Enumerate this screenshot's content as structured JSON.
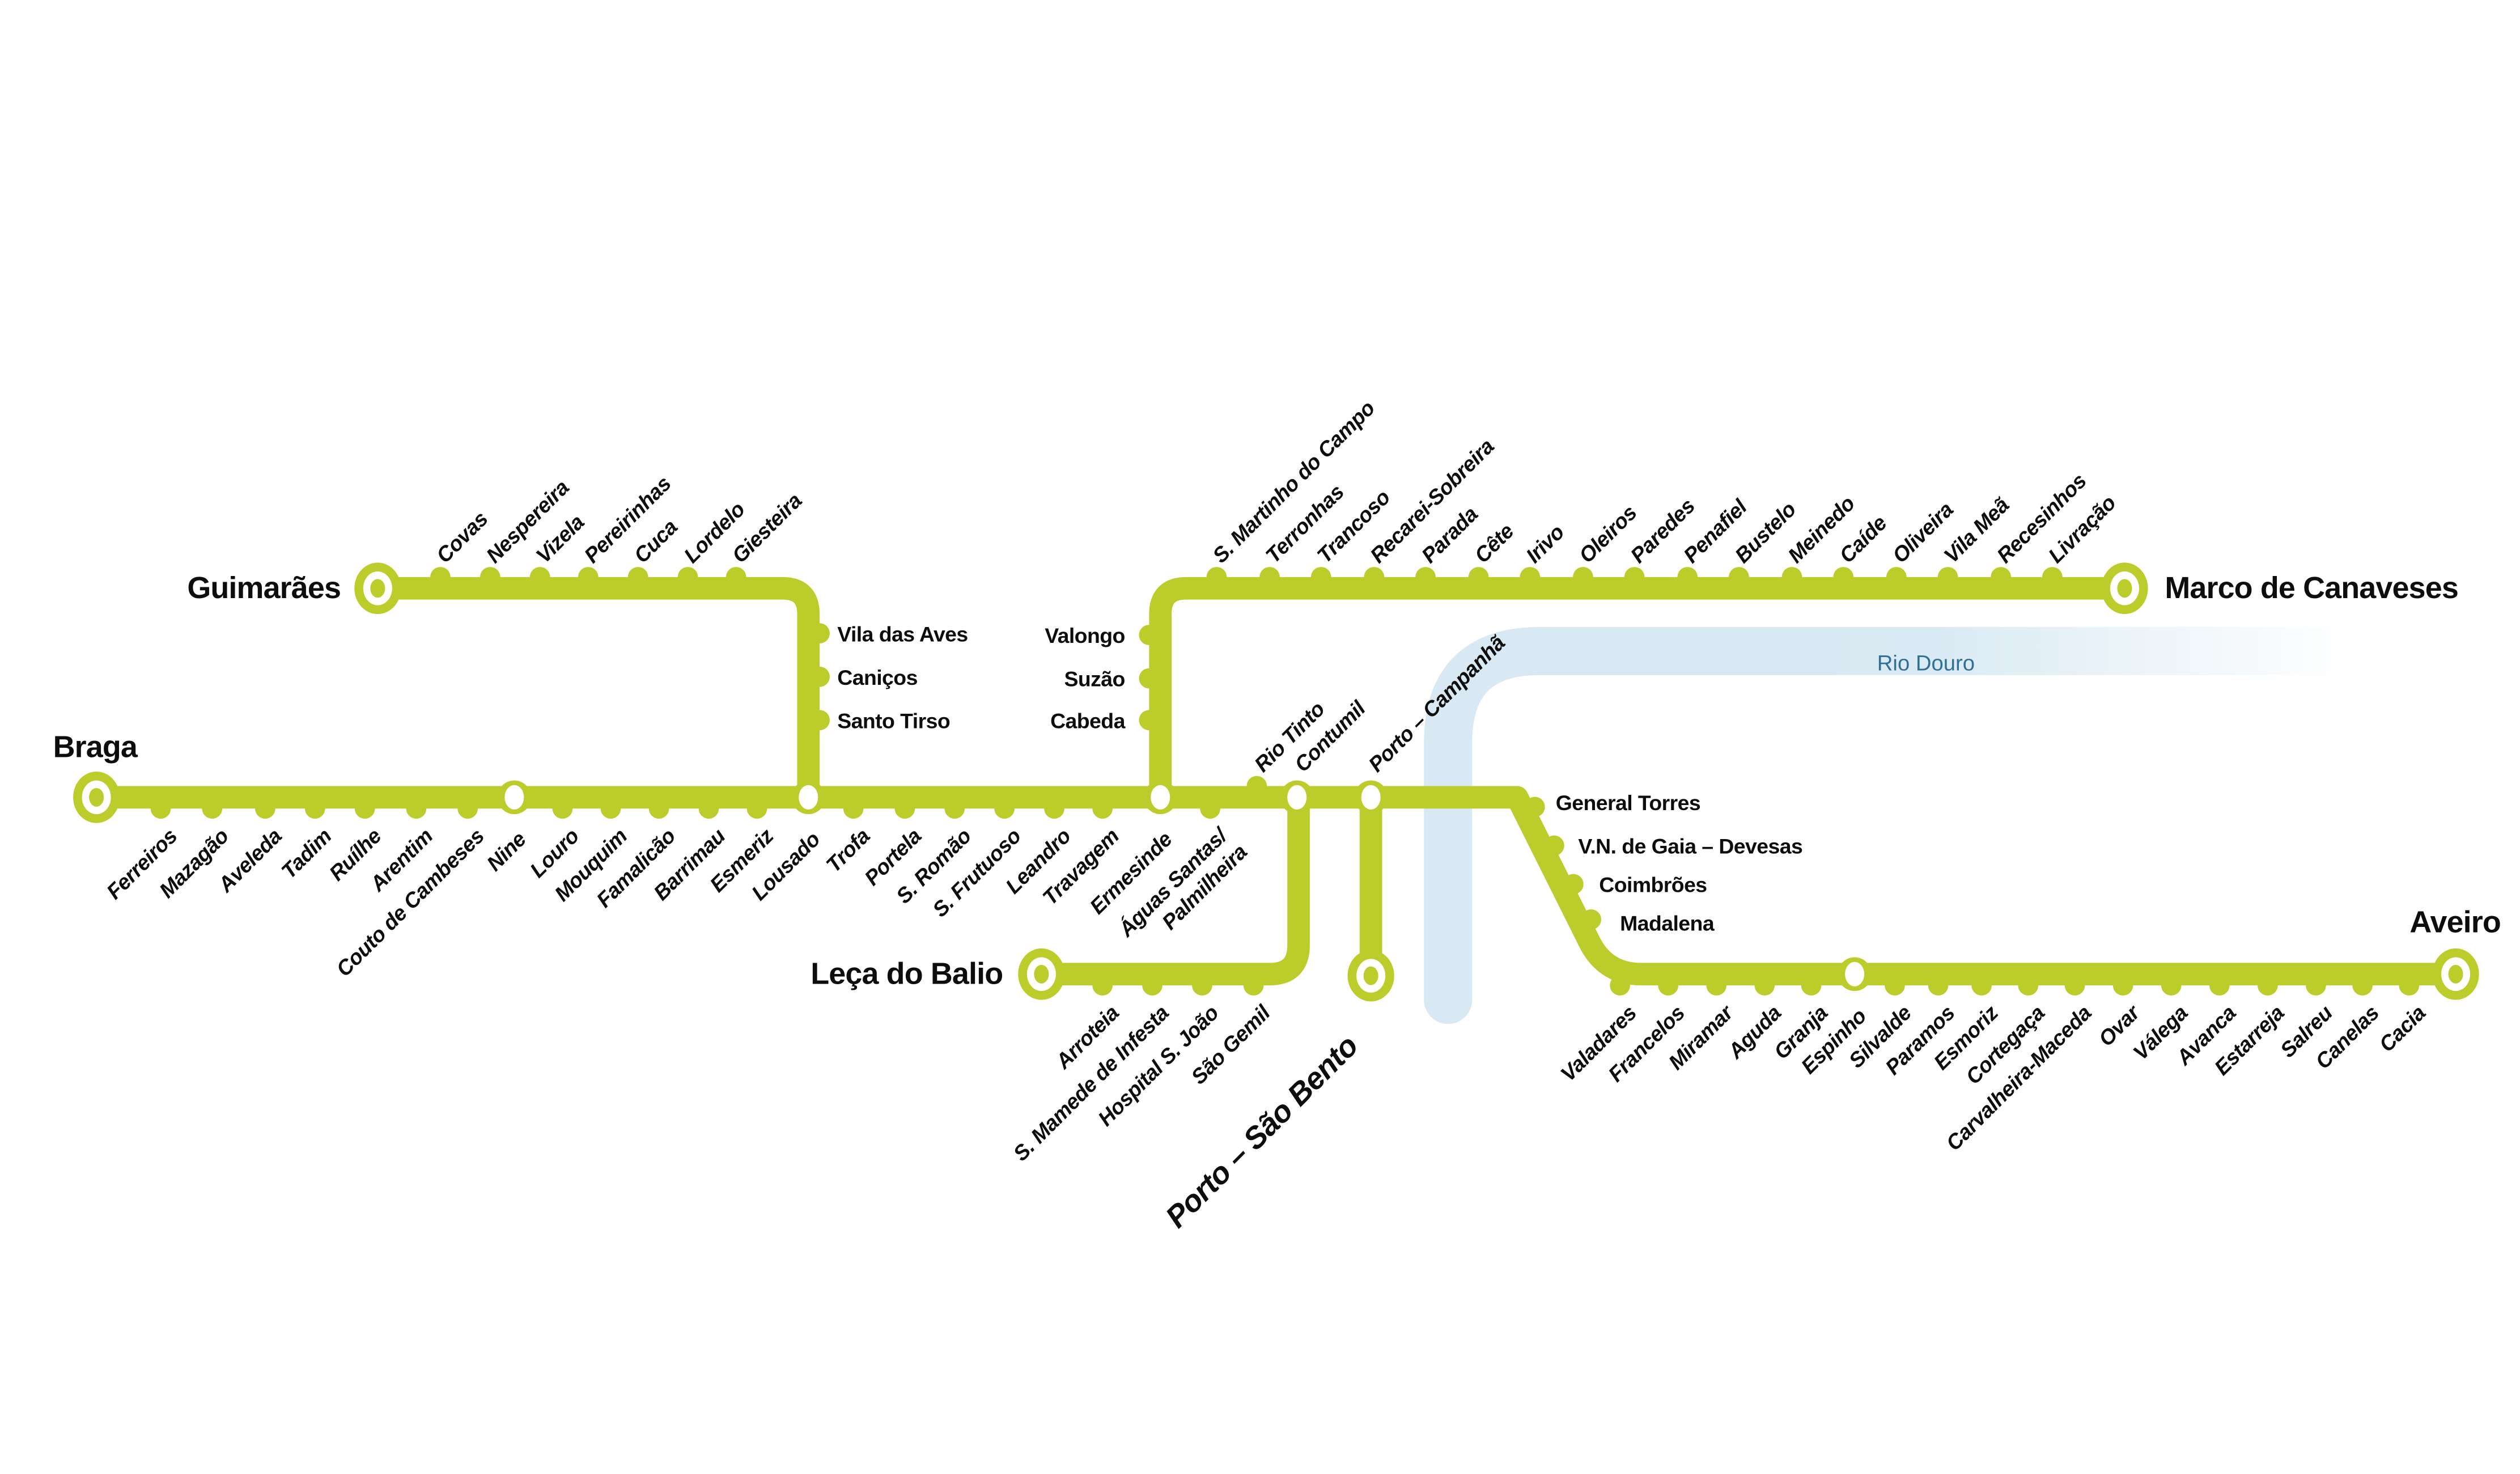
{
  "colors": {
    "line_green": "#bccd2b",
    "river_blue": "#d8e9f3",
    "river_text_blue": "#2f7096",
    "text_black": "#0d0d0d"
  },
  "river": {
    "label": "Rio Douro"
  },
  "termini": {
    "braga": "Braga",
    "guimaraes": "Guimarães",
    "marco": "Marco de Canaveses",
    "aveiro": "Aveiro",
    "leca": "Leça do Balio",
    "sao_bento": "Porto – São Bento"
  },
  "segments": {
    "main_below": [
      "Ferreiros",
      "Mazagão",
      "Aveleda",
      "Tadim",
      "Ruílhe",
      "Arentim",
      "Couto de Cambeses",
      "Louro",
      "Mouquim",
      "Famalicão",
      "Barrimau",
      "Esmeriz",
      "Trofa",
      "Portela",
      "S. Romão",
      "S. Frutuoso",
      "Leandro",
      "Travagem"
    ],
    "aguas_santas": [
      "Águas Santas/",
      "Palmilheira"
    ],
    "rio_tinto": "Rio Tinto",
    "interchanges": [
      "Nine",
      "Lousado",
      "Ermesinde",
      "Contumil",
      "Porto – Campanhã",
      "Espinho"
    ],
    "guimaraes_top": [
      "Covas",
      "Nespereira",
      "Vizela",
      "Pereirinhas",
      "Cuca",
      "Lordelo",
      "Giesteira"
    ],
    "guimaraes_side": [
      "Vila das Aves",
      "Caniços",
      "Santo Tirso"
    ],
    "marco_side": [
      "Valongo",
      "Suzão",
      "Cabeda"
    ],
    "marco_top": [
      "S. Martinho do Campo",
      "Terronhas",
      "Trancoso",
      "Recarei-Sobreira",
      "Parada",
      "Cête",
      "Irivo",
      "Oleiros",
      "Paredes",
      "Penafiel",
      "Bustelo",
      "Meinedo",
      "Caíde",
      "Oliveira",
      "Vila Meã",
      "Recesinhos",
      "Livração"
    ],
    "gaia_diagonal": [
      "General Torres",
      "V.N. de Gaia – Devesas",
      "Coimbrões",
      "Madalena"
    ],
    "aveiro_below": [
      "Valadares",
      "Francelos",
      "Miramar",
      "Aguda",
      "Granja",
      "Silvalde",
      "Paramos",
      "Esmoriz",
      "Cortegaça",
      "Carvalheira-Maceda",
      "Ovar",
      "Válega",
      "Avanca",
      "Estarreja",
      "Salreu",
      "Canelas",
      "Cacia"
    ],
    "leca_below": [
      "Arroteia",
      "S. Mamede de Infesta",
      "Hospital S. João",
      "São Gemil"
    ]
  }
}
